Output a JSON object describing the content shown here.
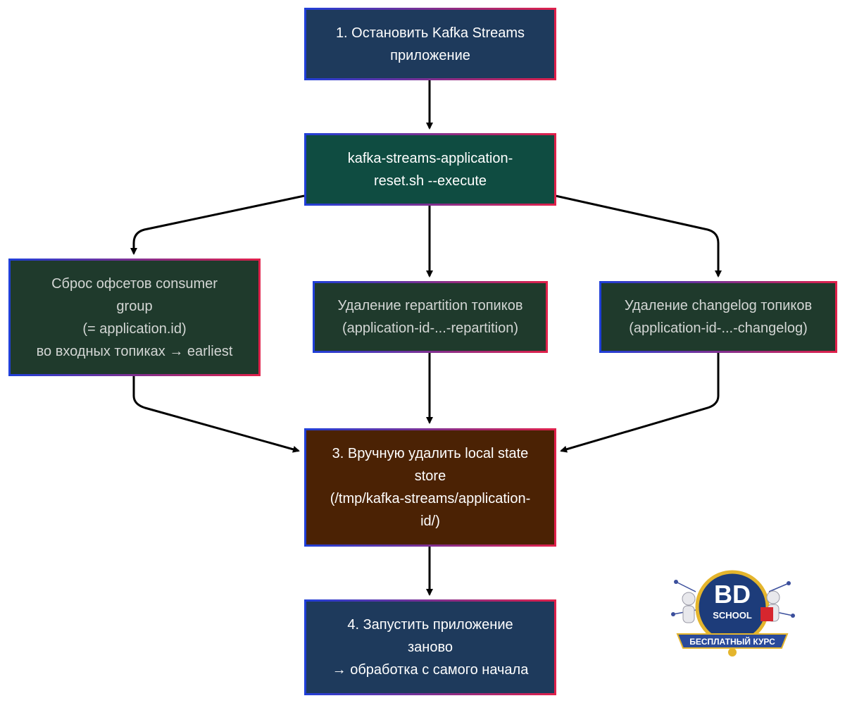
{
  "nodes": {
    "stop_app": {
      "lines": [
        "1. Остановить Kafka Streams",
        "приложение"
      ],
      "fill": "#1e3a5c",
      "text_color": "#ffffff"
    },
    "reset_tool": {
      "lines": [
        "kafka-streams-application-",
        "reset.sh --execute"
      ],
      "fill": "#0f4c41",
      "text_color": "#ffffff"
    },
    "reset_offsets": {
      "lines": [
        "Сброс офсетов consumer",
        "group",
        "(= application.id)",
        "во входных топиках → earliest"
      ],
      "fill": "#1f3a2c",
      "text_color": "#d3d6d4"
    },
    "delete_repartition": {
      "lines": [
        "Удаление repartition топиков",
        "(application-id-...-repartition)"
      ],
      "fill": "#1f3a2c",
      "text_color": "#d3d6d4"
    },
    "delete_changelog": {
      "lines": [
        "Удаление changelog топиков",
        "(application-id-...-changelog)"
      ],
      "fill": "#1f3a2c",
      "text_color": "#d3d6d4"
    },
    "delete_state": {
      "lines": [
        "3. Вручную удалить local state",
        "store",
        "(/tmp/kafka-streams/application-",
        "id/)"
      ],
      "fill": "#4b2204",
      "text_color": "#ffffff"
    },
    "restart_app": {
      "lines": [
        "4. Запустить приложение",
        "заново",
        "→ обработка с самого начала"
      ],
      "fill": "#1e3a5c",
      "text_color": "#ffffff"
    }
  },
  "edges": [
    {
      "from": "stop_app",
      "to": "reset_tool"
    },
    {
      "from": "reset_tool",
      "to": "reset_offsets"
    },
    {
      "from": "reset_tool",
      "to": "delete_repartition"
    },
    {
      "from": "reset_tool",
      "to": "delete_changelog"
    },
    {
      "from": "reset_offsets",
      "to": "delete_state"
    },
    {
      "from": "delete_repartition",
      "to": "delete_state"
    },
    {
      "from": "delete_changelog",
      "to": "delete_state"
    },
    {
      "from": "delete_state",
      "to": "restart_app"
    }
  ],
  "colors": {
    "border_start": "#1f3fd8",
    "border_end": "#e0204a",
    "arrow": "#000000"
  },
  "logo": {
    "line1": "BD",
    "line2": "SCHOOL",
    "ribbon": "БЕСПЛАТНЫЙ КУРС"
  }
}
